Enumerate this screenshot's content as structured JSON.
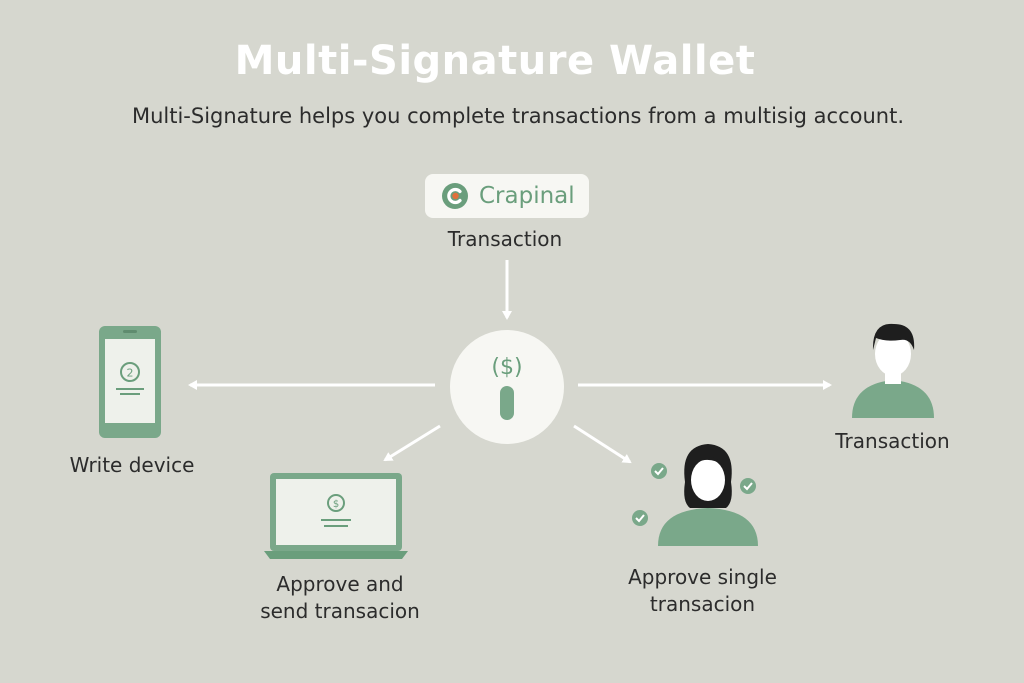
{
  "header": {
    "title": "Multi-Signature Wallet",
    "subtitle": "Multi-Signature helps you complete transactions from a multisig account."
  },
  "brand": {
    "name": "Crapinal",
    "icon": "crapinal-logo-icon"
  },
  "nodes": {
    "top_label": "Transaction",
    "phone_label": "Write device",
    "phone_screen_number": "2",
    "laptop_label_line1": "Approve and",
    "laptop_label_line2": "send transacion",
    "woman_label_line1": "Approve single",
    "woman_label_line2": "transacion",
    "man_label": "Transaction",
    "center_symbol": "($)"
  },
  "colors": {
    "background": "#d6d7cf",
    "accent_green": "#7aa88a",
    "dark": "#2c2c2c",
    "card": "#f7f7f3",
    "logo_orange": "#e0703c"
  }
}
